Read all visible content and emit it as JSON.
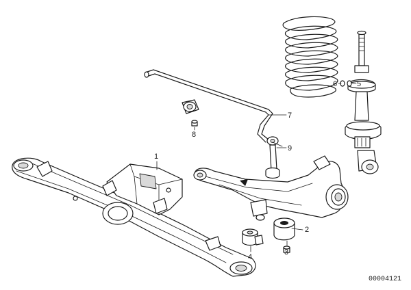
{
  "callouts": {
    "c1": "1",
    "c2": "2",
    "c3": "3",
    "c4": "4",
    "c5": "5",
    "c6": "6",
    "c7": "7",
    "c8": "8",
    "c9": "9"
  },
  "reference_number": "00004121"
}
